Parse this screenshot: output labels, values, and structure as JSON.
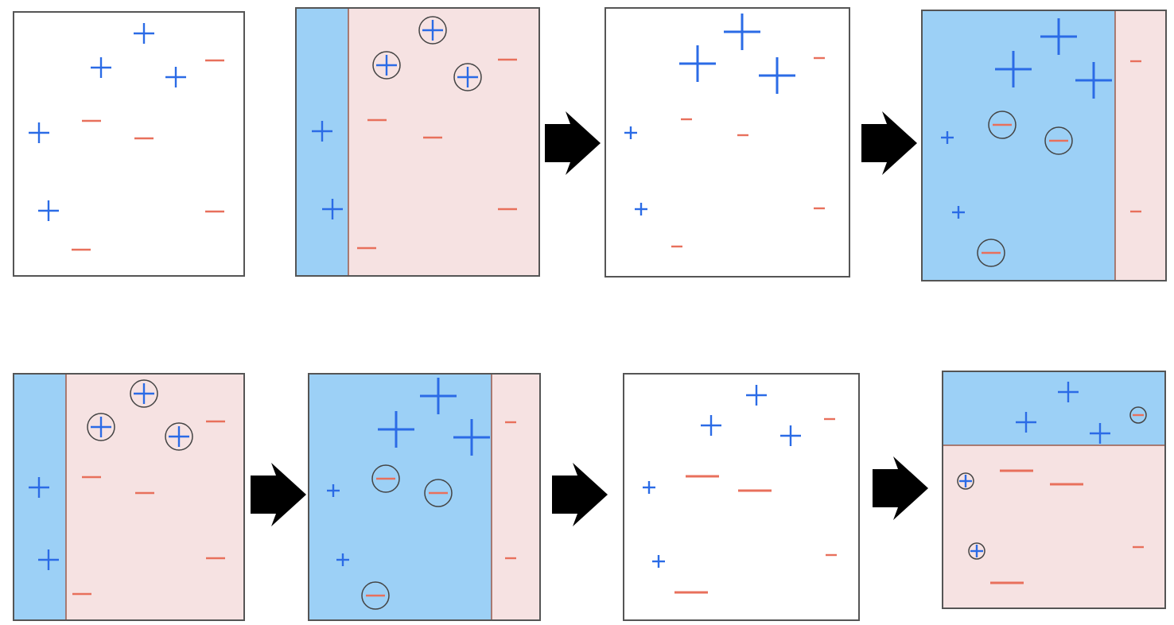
{
  "colors": {
    "background": "#ffffff",
    "blue_region": "#9cd0f6",
    "pink_region": "#f6e2e2",
    "plus": "#2b6be6",
    "minus": "#e8705c",
    "boundary": "#9b5a4a",
    "border": "#555555",
    "circle": "#444444",
    "arrow": "#000000"
  },
  "rows": [
    {
      "panels": [
        {
          "regions": [],
          "points": [
            {
              "sign": "+",
              "size": "small",
              "circled": false
            },
            {
              "sign": "+",
              "size": "small",
              "circled": false
            },
            {
              "sign": "+",
              "size": "small",
              "circled": false
            },
            {
              "sign": "+",
              "size": "small",
              "circled": false
            },
            {
              "sign": "+",
              "size": "small",
              "circled": false
            },
            {
              "sign": "-",
              "size": "small",
              "circled": false
            },
            {
              "sign": "-",
              "size": "small",
              "circled": false
            },
            {
              "sign": "-",
              "size": "small",
              "circled": false
            },
            {
              "sign": "-",
              "size": "small",
              "circled": false
            },
            {
              "sign": "-",
              "size": "small",
              "circled": false
            }
          ]
        },
        {
          "regions": [
            "blue-left-strip",
            "pink-rest"
          ],
          "points": [
            {
              "sign": "+",
              "size": "small",
              "circled": true
            },
            {
              "sign": "+",
              "size": "small",
              "circled": true
            },
            {
              "sign": "+",
              "size": "small",
              "circled": true
            },
            {
              "sign": "+",
              "size": "small",
              "circled": false
            },
            {
              "sign": "+",
              "size": "small",
              "circled": false
            },
            {
              "sign": "-",
              "size": "small",
              "circled": false
            },
            {
              "sign": "-",
              "size": "small",
              "circled": false
            },
            {
              "sign": "-",
              "size": "small",
              "circled": false
            },
            {
              "sign": "-",
              "size": "small",
              "circled": false
            },
            {
              "sign": "-",
              "size": "small",
              "circled": false
            }
          ]
        },
        {
          "regions": [],
          "points": [
            {
              "sign": "+",
              "size": "large",
              "circled": false
            },
            {
              "sign": "+",
              "size": "large",
              "circled": false
            },
            {
              "sign": "+",
              "size": "large",
              "circled": false
            },
            {
              "sign": "+",
              "size": "tiny",
              "circled": false
            },
            {
              "sign": "+",
              "size": "tiny",
              "circled": false
            },
            {
              "sign": "-",
              "size": "tiny",
              "circled": false
            },
            {
              "sign": "-",
              "size": "tiny",
              "circled": false
            },
            {
              "sign": "-",
              "size": "tiny",
              "circled": false
            },
            {
              "sign": "-",
              "size": "tiny",
              "circled": false
            },
            {
              "sign": "-",
              "size": "tiny",
              "circled": false
            }
          ]
        },
        {
          "regions": [
            "blue-wide",
            "pink-right-strip"
          ],
          "points": [
            {
              "sign": "+",
              "size": "large",
              "circled": false
            },
            {
              "sign": "+",
              "size": "large",
              "circled": false
            },
            {
              "sign": "+",
              "size": "large",
              "circled": false
            },
            {
              "sign": "+",
              "size": "tiny",
              "circled": false
            },
            {
              "sign": "+",
              "size": "tiny",
              "circled": false
            },
            {
              "sign": "-",
              "size": "small",
              "circled": true
            },
            {
              "sign": "-",
              "size": "small",
              "circled": true
            },
            {
              "sign": "-",
              "size": "small",
              "circled": true
            },
            {
              "sign": "-",
              "size": "tiny",
              "circled": false
            },
            {
              "sign": "-",
              "size": "tiny",
              "circled": false
            }
          ]
        }
      ]
    },
    {
      "panels": [
        {
          "regions": [
            "blue-left-strip",
            "pink-rest"
          ],
          "points": [
            {
              "sign": "+",
              "size": "small",
              "circled": true
            },
            {
              "sign": "+",
              "size": "small",
              "circled": true
            },
            {
              "sign": "+",
              "size": "small",
              "circled": true
            },
            {
              "sign": "+",
              "size": "small",
              "circled": false
            },
            {
              "sign": "+",
              "size": "small",
              "circled": false
            },
            {
              "sign": "-",
              "size": "small",
              "circled": false
            },
            {
              "sign": "-",
              "size": "small",
              "circled": false
            },
            {
              "sign": "-",
              "size": "small",
              "circled": false
            },
            {
              "sign": "-",
              "size": "small",
              "circled": false
            },
            {
              "sign": "-",
              "size": "small",
              "circled": false
            }
          ]
        },
        {
          "regions": [
            "blue-wide",
            "pink-right-strip"
          ],
          "points": [
            {
              "sign": "+",
              "size": "large",
              "circled": false
            },
            {
              "sign": "+",
              "size": "large",
              "circled": false
            },
            {
              "sign": "+",
              "size": "large",
              "circled": false
            },
            {
              "sign": "+",
              "size": "tiny",
              "circled": false
            },
            {
              "sign": "+",
              "size": "tiny",
              "circled": false
            },
            {
              "sign": "-",
              "size": "small",
              "circled": true
            },
            {
              "sign": "-",
              "size": "small",
              "circled": true
            },
            {
              "sign": "-",
              "size": "small",
              "circled": true
            },
            {
              "sign": "-",
              "size": "tiny",
              "circled": false
            },
            {
              "sign": "-",
              "size": "tiny",
              "circled": false
            }
          ]
        },
        {
          "regions": [],
          "points": [
            {
              "sign": "+",
              "size": "small",
              "circled": false
            },
            {
              "sign": "+",
              "size": "small",
              "circled": false
            },
            {
              "sign": "+",
              "size": "small",
              "circled": false
            },
            {
              "sign": "+",
              "size": "tiny",
              "circled": false
            },
            {
              "sign": "+",
              "size": "tiny",
              "circled": false
            },
            {
              "sign": "-",
              "size": "large",
              "circled": false
            },
            {
              "sign": "-",
              "size": "large",
              "circled": false
            },
            {
              "sign": "-",
              "size": "large",
              "circled": false
            },
            {
              "sign": "-",
              "size": "tiny",
              "circled": false
            },
            {
              "sign": "-",
              "size": "tiny",
              "circled": false
            }
          ]
        },
        {
          "regions": [
            "blue-top-band",
            "pink-bottom"
          ],
          "points": [
            {
              "sign": "+",
              "size": "small",
              "circled": false
            },
            {
              "sign": "+",
              "size": "small",
              "circled": false
            },
            {
              "sign": "+",
              "size": "small",
              "circled": false
            },
            {
              "sign": "+",
              "size": "tiny",
              "circled": true
            },
            {
              "sign": "+",
              "size": "tiny",
              "circled": true
            },
            {
              "sign": "-",
              "size": "tiny",
              "circled": true
            },
            {
              "sign": "-",
              "size": "large",
              "circled": false
            },
            {
              "sign": "-",
              "size": "large",
              "circled": false
            },
            {
              "sign": "-",
              "size": "large",
              "circled": false
            },
            {
              "sign": "-",
              "size": "tiny",
              "circled": false
            }
          ]
        }
      ]
    }
  ],
  "arrows": [
    {
      "direction": "right"
    },
    {
      "direction": "right"
    },
    {
      "direction": "right"
    },
    {
      "direction": "right"
    },
    {
      "direction": "right"
    }
  ]
}
